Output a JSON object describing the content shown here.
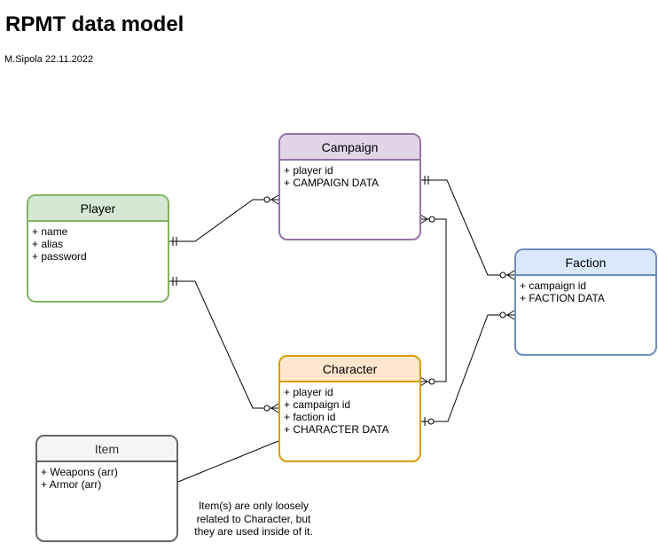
{
  "header": {
    "title": "RPMT data model",
    "author": "M.Sipola 22.11.2022"
  },
  "entities": {
    "player": {
      "name": "Player",
      "fields": [
        "+ name",
        "+ alias",
        "+ password"
      ],
      "fill": "#d5e8d4",
      "stroke": "#82b366"
    },
    "campaign": {
      "name": "Campaign",
      "fields": [
        "+ player id",
        "+ CAMPAIGN DATA"
      ],
      "fill": "#e1d5e7",
      "stroke": "#9673a6"
    },
    "faction": {
      "name": "Faction",
      "fields": [
        "+ campaign id",
        "+ FACTION DATA"
      ],
      "fill": "#dae8fc",
      "stroke": "#6c8ebf"
    },
    "character": {
      "name": "Character",
      "fields": [
        "+ player id",
        "+ campaign id",
        "+ faction id",
        "+ CHARACTER DATA"
      ],
      "fill": "#ffe6cc",
      "stroke": "#d79b00"
    },
    "item": {
      "name": "Item",
      "fields": [
        "+ Weapons (arr)",
        "+ Armor (arr)"
      ],
      "fill": "#f5f5f5",
      "stroke": "#666666"
    }
  },
  "relationships": [
    {
      "from": "player",
      "to": "campaign",
      "from_end": "one-and-only-one",
      "to_end": "zero-or-many"
    },
    {
      "from": "player",
      "to": "character",
      "from_end": "one-and-only-one",
      "to_end": "zero-or-many"
    },
    {
      "from": "campaign",
      "to": "faction",
      "from_end": "one-and-only-one",
      "to_end": "zero-or-many"
    },
    {
      "from": "campaign",
      "to": "character",
      "from_end": "zero-or-many",
      "to_end": "zero-or-many"
    },
    {
      "from": "character",
      "to": "faction",
      "from_end": "zero-or-one",
      "to_end": "zero-or-many"
    },
    {
      "from": "item",
      "to": "character",
      "from_end": "none",
      "to_end": "none"
    }
  ],
  "note": {
    "line1": "Item(s) are only loosely",
    "line2": "related to Character, but",
    "line3": "they are used inside of it."
  }
}
